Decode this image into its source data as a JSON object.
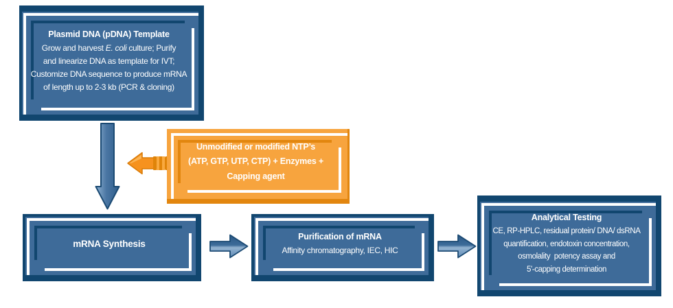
{
  "diagram": {
    "name": "mRNA production process flowchart",
    "background": "#ffffff",
    "colors": {
      "box_blue": "#3e6b99",
      "navy_dark": "#11466f",
      "frame_white": "#ffffff",
      "orange": "#f7a43e",
      "orange_dark": "#e2860f",
      "arrow_blue_light": "#8fb2d2",
      "arrow_blue_dark": "#2c5a87",
      "arrow_orange": "#f6921e",
      "text": "#ffffff"
    }
  },
  "pdna_box": {
    "title": "Plasmid DNA (pDNA) Template",
    "line1_pre": "Grow and harvest ",
    "line1_italic": "E. coli",
    "line1_post": " culture; Purify",
    "line2": "and linearize DNA as template for IVT;",
    "line3": "Customize DNA sequence to produce mRNA",
    "line4": "of length up to 2-3 kb (PCR & cloning)"
  },
  "ntp_box": {
    "line1": "Unmodified or modified NTP’s",
    "line2": "(ATP, GTP, UTP, CTP) + Enzymes +",
    "line3": "Capping agent"
  },
  "mrna_box": {
    "title": "mRNA Synthesis"
  },
  "purification_box": {
    "title": "Purification of mRNA",
    "subtitle": "Affinity chromatography, IEC, HIC"
  },
  "analytical_box": {
    "title": "Analytical Testing",
    "line1": "CE, RP-HPLC, residual protein/ DNA/ dsRNA",
    "line2": "quantification, endotoxin concentration,",
    "line3": "osmolality  potency assay and",
    "line4": "5'-capping determination"
  }
}
